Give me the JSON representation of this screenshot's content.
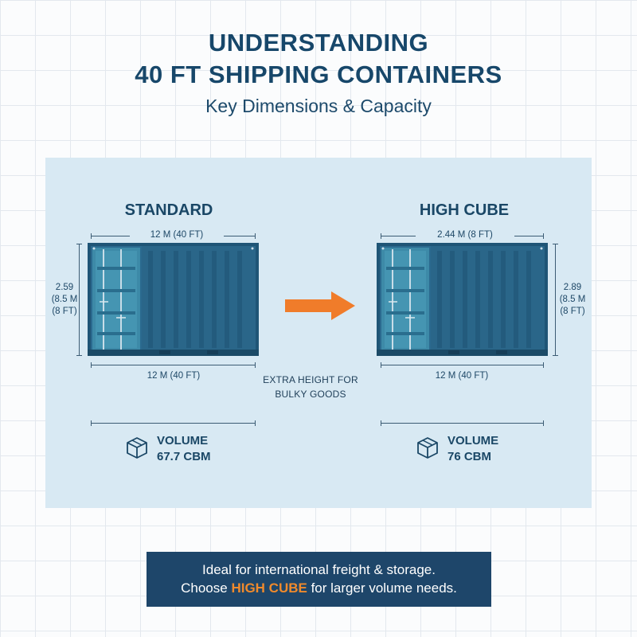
{
  "header": {
    "title_line1": "UNDERSTANDING",
    "title_line2": "40 FT SHIPPING CONTAINERS",
    "subtitle": "Key Dimensions & Capacity"
  },
  "standard": {
    "title": "STANDARD",
    "top_dimension": "12 M (40 FT)",
    "height_line1": "2.59",
    "height_line2": "(8.5 M",
    "height_line3": "(8 FT)",
    "bottom_dimension": "12 M (40 FT)",
    "volume_label": "VOLUME",
    "volume_value": "67.7 CBM"
  },
  "high_cube": {
    "title": "HIGH CUBE",
    "top_dimension": "2.44 M (8 FT)",
    "height_line1": "2.89",
    "height_line2": "(8.5 M",
    "height_line3": "(8 FT)",
    "bottom_dimension": "12 M (40 FT)",
    "volume_label": "VOLUME",
    "volume_value": "76 CBM"
  },
  "comparison": {
    "note_line1": "EXTRA HEIGHT FOR",
    "note_line2": "BULKY GOODS"
  },
  "footer": {
    "line1": "Ideal for international freight & storage.",
    "line2_before": "Choose",
    "line2_highlight": "HIGH CUBE",
    "line2_after": "for larger volume needs."
  },
  "colors": {
    "title": "#17476a",
    "panel": "#d8e9f3",
    "container_body": "#2b6a8f",
    "container_door": "#3d8aa8",
    "arrow": "#f07c2a",
    "footer_bg": "#1e466a",
    "highlight": "#f08a2c"
  },
  "icons": {
    "arrow": "right-arrow-icon",
    "volume": "box-icon"
  }
}
